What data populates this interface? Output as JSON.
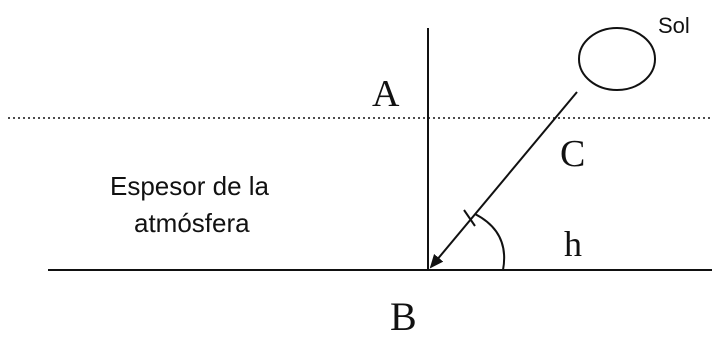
{
  "labels": {
    "sun": "Sol",
    "point_a": "A",
    "point_b": "B",
    "point_c": "C",
    "angle": "h",
    "thickness_line1": "Espesor de la",
    "thickness_line2": "atmósfera"
  },
  "colors": {
    "ink": "#111111",
    "background": "#ffffff"
  }
}
